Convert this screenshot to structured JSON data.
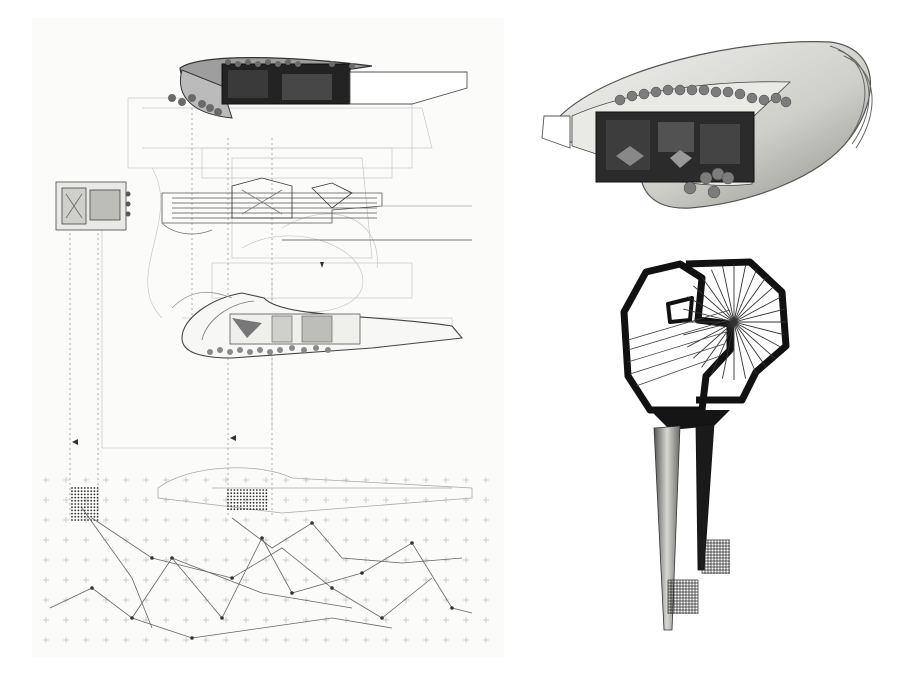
{
  "figure": {
    "background": "#ffffff",
    "ink": "#2a2a2a",
    "faint_ink": "#b8b8b8",
    "dark_fill": "#1c1c1c",
    "shell_fill": "#d9d9d6"
  },
  "panels": [
    {
      "id": "orthographic-drawing-sheet",
      "caption": ""
    },
    {
      "id": "pod-section-render",
      "caption": ""
    },
    {
      "id": "tower-elevation-render",
      "caption": ""
    }
  ]
}
